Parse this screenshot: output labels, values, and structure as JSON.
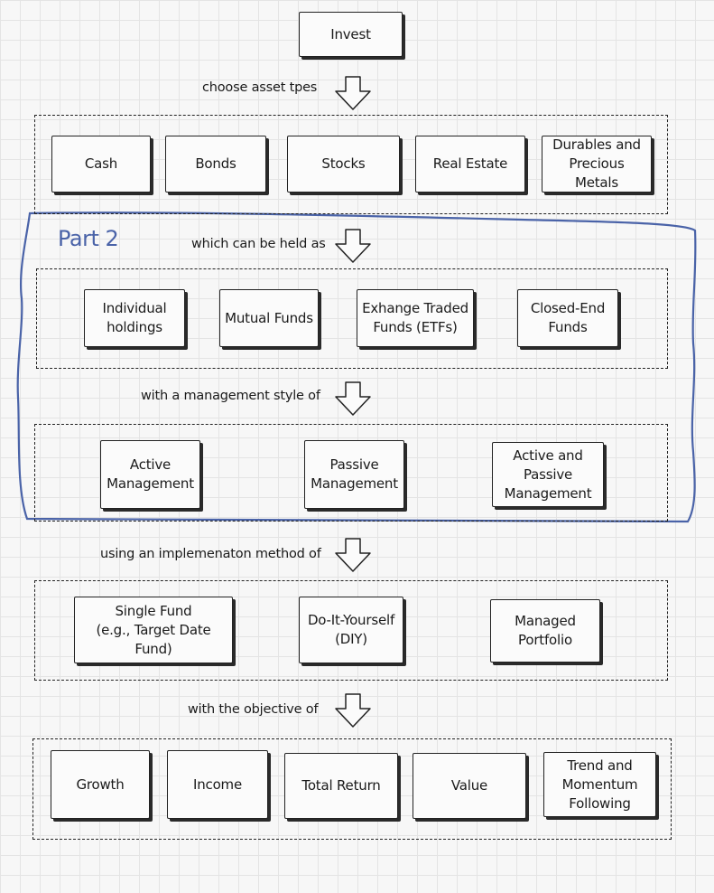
{
  "root": {
    "label": "Invest"
  },
  "part_label": "Part 2",
  "connectors": {
    "c1": "choose asset tpes",
    "c2": "which can be held as",
    "c3": "with a management style of",
    "c4": "using an implemenaton method of",
    "c5": "with the objective of"
  },
  "asset_types": [
    "Cash",
    "Bonds",
    "Stocks",
    "Real Estate",
    "Durables and\nPrecious Metals"
  ],
  "holding_vehicles": [
    "Individual\nholdings",
    "Mutual Funds",
    "Exhange Traded\nFunds (ETFs)",
    "Closed-End\nFunds"
  ],
  "management_styles": [
    "Active\nManagement",
    "Passive\nManagement",
    "Active and\nPassive\nManagement"
  ],
  "implementation_methods": [
    "Single Fund\n(e.g., Target Date Fund)",
    "Do-It-Yourself\n(DIY)",
    "Managed\nPortfolio"
  ],
  "objectives": [
    "Growth",
    "Income",
    "Total Return",
    "Value",
    "Trend and\nMomentum\nFollowing"
  ],
  "colors": {
    "part_outline": "#4a63a8",
    "ink": "#222222"
  }
}
